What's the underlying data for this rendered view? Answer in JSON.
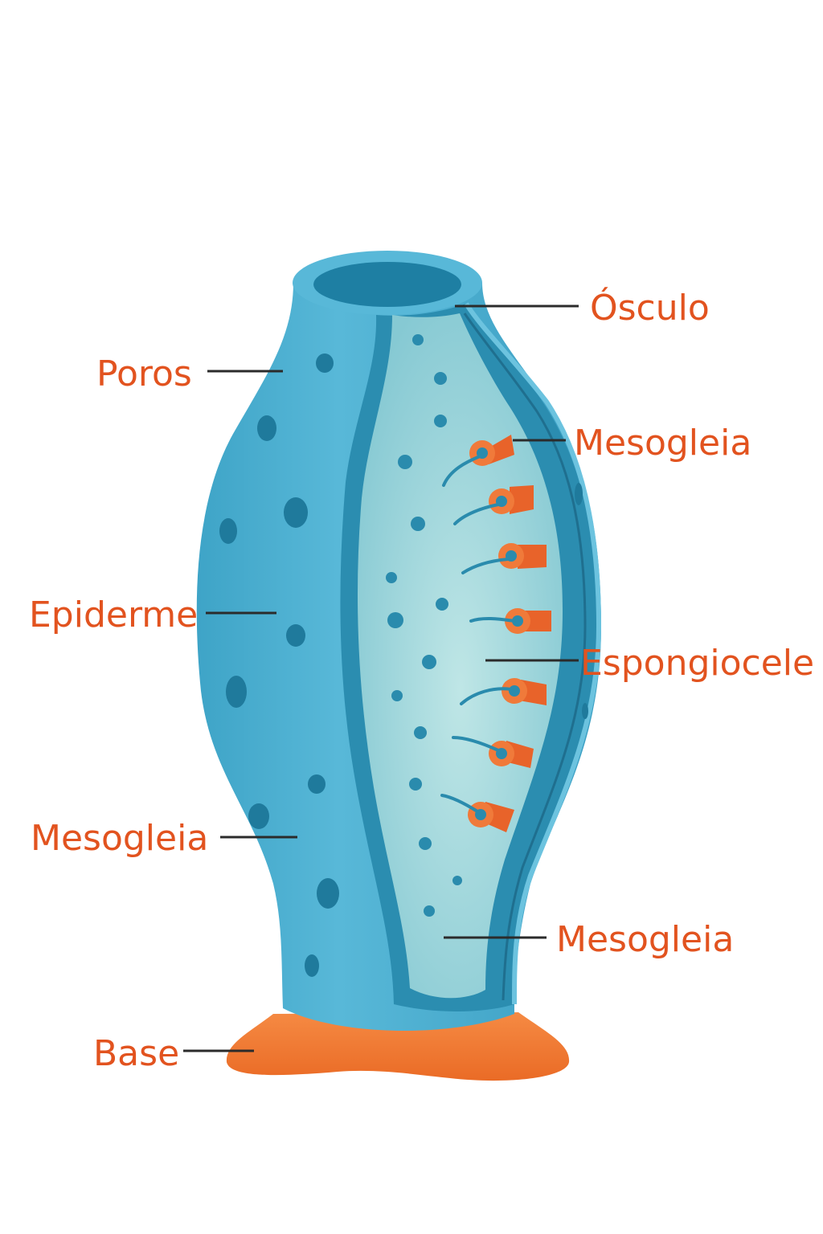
{
  "labels": {
    "osculo": "Ósculo",
    "poros": "Poros",
    "mesogleia_top_right": "Mesogleia",
    "epiderme": "Epiderme",
    "espongiocele": "Espongiocele",
    "mesogleia_left": "Mesogleia",
    "mesogleia_bottom_right": "Mesogleia",
    "base": "Base"
  },
  "colors": {
    "label_text": "#e2531f",
    "body_outer": "#4fb0d0",
    "body_dark": "#2c8fb1",
    "pore": "#1f7a9c",
    "cavity": "#a8dbdf",
    "choanocyte": "#f07a3a",
    "base": "#f07a34"
  },
  "icons": {
    "choanocyte": "collar-cell-icon",
    "pore": "pore-dot-icon"
  }
}
